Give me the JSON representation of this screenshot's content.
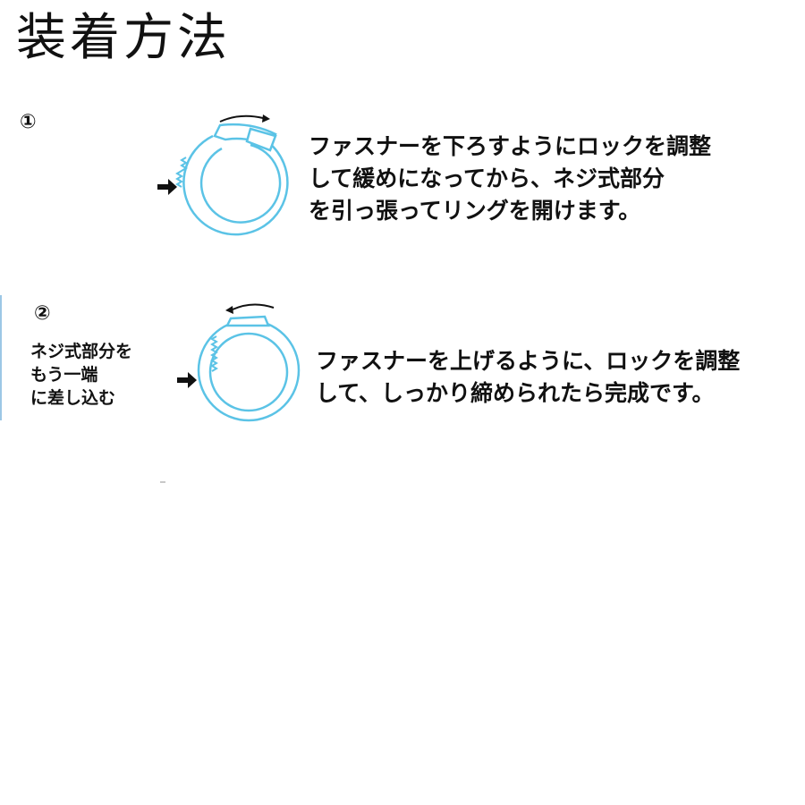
{
  "title": "装着方法",
  "colors": {
    "ring": "#5bc3e6",
    "text": "#111111"
  },
  "steps": [
    {
      "number": "①",
      "description_lines": [
        "ファスナーを下ろすようにロックを調整",
        "して緩めになってから、ネジ式部分",
        "を引っ張ってリングを開けます。"
      ],
      "arrow_direction": "clockwise"
    },
    {
      "number": "②",
      "side_note_lines": [
        "ネジ式部分を",
        "もう一端",
        "に差し込む"
      ],
      "description_lines": [
        "ファスナーを上げるように、ロックを調整",
        "して、しっかり締められたら完成です。"
      ],
      "arrow_direction": "counterclockwise"
    }
  ],
  "icons": [
    "ring-open-icon",
    "ring-closed-icon",
    "pointer-arrow-icon",
    "rotation-arrow-icon"
  ]
}
